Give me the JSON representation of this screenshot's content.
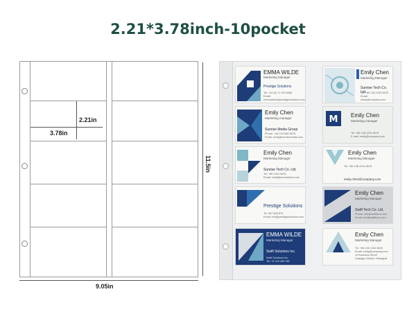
{
  "title": "2.21*3.78inch-10pocket",
  "diagram": {
    "card_width": "3.78in",
    "card_height": "2.21in",
    "page_width": "9.05in",
    "page_height": "11.5in"
  },
  "colors": {
    "title": "#1f4f45",
    "navy": "#1d3c78",
    "teal": "#7fb7c4",
    "outline": "#9a9a9a"
  },
  "cards": [
    {
      "name": "EMMA WILDE",
      "role": "Marketing Manager",
      "company": "Prestige Solutions",
      "lines": [
        "Tel: +44 (0) 71 234 5568",
        "Email: emmawilde@prestigesolutions.com"
      ]
    },
    {
      "name": "Emily Chen",
      "role": "Marketing Manager",
      "company": "Sunrise Tech Co. Ltd.",
      "lines": [
        "Tel: +86 138 1234 5678",
        "Email: emily@company.com"
      ]
    },
    {
      "name": "Emily Chen",
      "role": "Marketing manager",
      "company": "Sunrise Media Group",
      "lines": [
        "Phone: +44 123-556-5678",
        "Email: emily@sunrisemedia.com"
      ]
    },
    {
      "name": "Emily Chen",
      "role": "Marketing manager",
      "company": "",
      "lines": [
        "Tel: +86 138-1234-5678",
        "E-mail: emily@company.com"
      ]
    },
    {
      "name": "Emily Chen",
      "role": "Marketing Manager",
      "company": "Sunrise Tech Co. Ltd.",
      "lines": [
        "Tel: +86 1234 5678",
        "Email: emily@sunrisetech.com"
      ]
    },
    {
      "name": "Emily Chen",
      "role": "Marketing Manager",
      "company": "",
      "lines": [
        "Tel: +86 138-1234-5678",
        "emily.chen@company.com"
      ]
    },
    {
      "name": "",
      "role": "",
      "company": "Prestige Solutions",
      "lines": [
        "Tel: 567-559-876",
        "Email: info@prestigesolutions.com"
      ]
    },
    {
      "name": "Emily Chen",
      "role": "Marketing Manager",
      "company": "Swift Tech Co. Ltd.",
      "lines": [
        "Phone: info@swifttech.com",
        "Email: info@swifttech.com"
      ]
    },
    {
      "name": "EMMA WILDE",
      "role": "Marketing Manager",
      "company": "Swift Solutions Inc.",
      "lines": [
        "Swift Solutions Inc.",
        "Tel: +0 123 456 789"
      ]
    },
    {
      "name": "Emily Chen",
      "role": "Marketing Manager",
      "company": "",
      "lines": [
        "Tel: +86 138 1234 5678",
        "Email: emily@company.com",
        "12 Business Street",
        "Huangpu District, Shanghai"
      ]
    }
  ]
}
